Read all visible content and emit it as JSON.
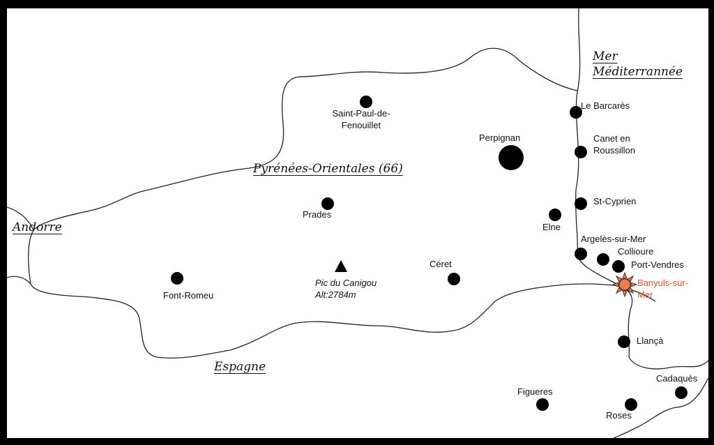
{
  "regions": {
    "sea_line1": "Mer",
    "sea_line2": "Méditerrannée",
    "department": "Pyrénées-Orientales (66)",
    "andorra": "Andorre",
    "spain": "Espagne"
  },
  "peak": {
    "name": "Pic du Canigou",
    "altitude": "Alt:2784m"
  },
  "towns": {
    "saint_paul_l1": "Saint-Paul-de-",
    "saint_paul_l2": "Fenouillet",
    "perpignan": "Perpignan",
    "le_barcares": "Le Barcarès",
    "canet_l1": "Canet en",
    "canet_l2": "Roussillon",
    "st_cyprien": "St-Cyprien",
    "prades": "Prades",
    "elne": "Elne",
    "argeles": "Argelès-sur-Mer",
    "collioure": "Collioure",
    "port_vendres": "Port-Vendres",
    "banyuls_l1": "Banyuls-sur-",
    "banyuls_l2": "Mer",
    "ceret": "Céret",
    "font_romeu": "Font-Romeu",
    "llanca": "Llançà",
    "cadaques": "Cadaquès",
    "figueres": "Figueres",
    "roses": "Roses"
  },
  "colors": {
    "highlight": "#e0502a",
    "sun_fill": "#f47a4a",
    "ink": "#111111"
  }
}
